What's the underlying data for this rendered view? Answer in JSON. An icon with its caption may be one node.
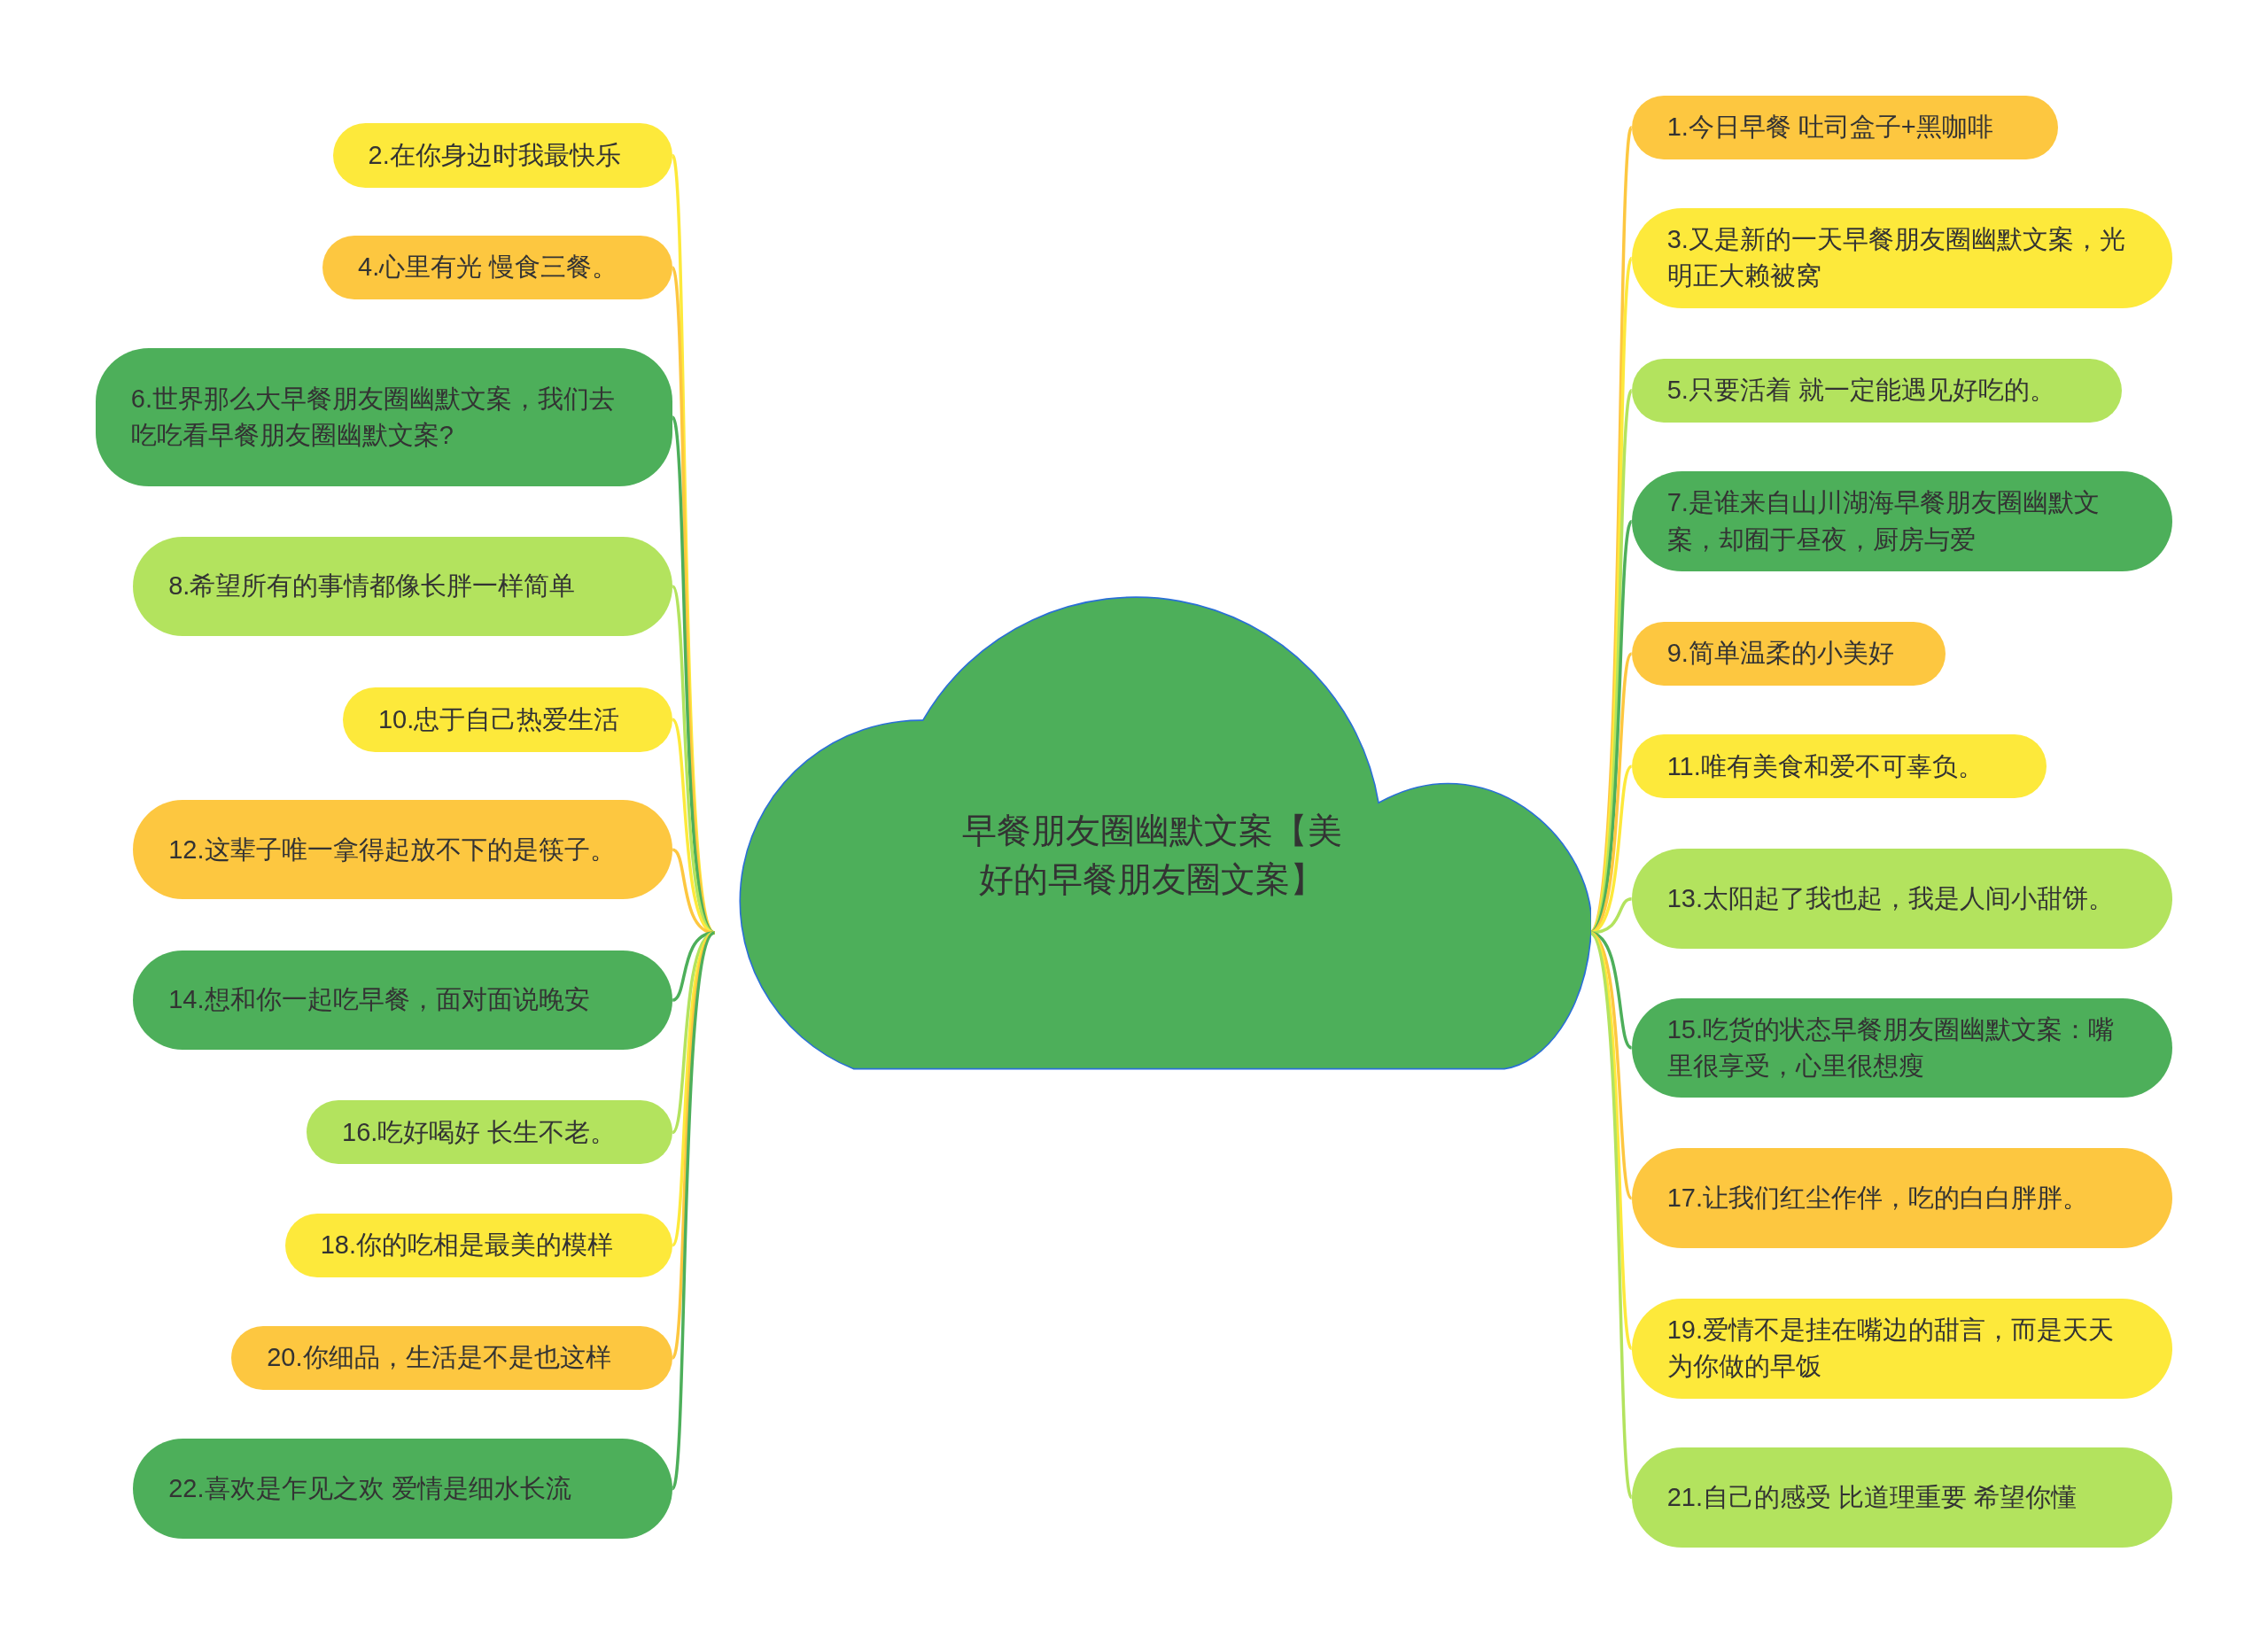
{
  "diagram": {
    "nodes": [
      {
        "text": [
          "早餐朋友圈幽默文案【美好的早餐朋友圈文案】"
        ]
      },
      {
        "text": [
          "1.今日早餐 吐司盒子+黑咖啡"
        ]
      },
      {
        "text": [
          "2.在你身边时我最快乐"
        ]
      },
      {
        "text": [
          "3.又是新的一天早餐朋友圈幽默文案，光明正大赖被窝"
        ]
      },
      {
        "text": [
          "4.心里有光 慢食三餐。"
        ]
      },
      {
        "text": [
          "5.只要活着 就一定能遇见好吃的。"
        ]
      },
      {
        "text": [
          "6.世界那么大早餐朋友圈幽默文案，我们去吃吃看早餐朋友圈幽默文案?"
        ]
      },
      {
        "text": [
          "7.是谁来自山川湖海早餐朋友圈幽默文案，却囿于昼夜，厨房与爱"
        ]
      },
      {
        "text": [
          "8.希望所有的事情都像长胖一样简单"
        ]
      },
      {
        "text": [
          "9.简单温柔的小美好"
        ]
      },
      {
        "text": [
          "10.忠于自己热爱生活"
        ]
      },
      {
        "text": [
          "11.唯有美食和爱不可辜负。"
        ]
      },
      {
        "text": [
          "12.这辈子唯一拿得起放不下的是筷子。"
        ]
      },
      {
        "text": [
          "13.太阳起了我也起，我是人间小甜饼。"
        ]
      },
      {
        "text": [
          "14.想和你一起吃早餐，面对面说晚安"
        ]
      },
      {
        "text": [
          "15.吃货的状态早餐朋友圈幽默文案：嘴里很享受，心里很想瘦"
        ]
      },
      {
        "text": [
          "16.吃好喝好 长生不老。"
        ]
      },
      {
        "text": [
          "17.让我们红尘作伴，吃的白白胖胖。"
        ]
      },
      {
        "text": [
          "18.你的吃相是最美的模样"
        ]
      },
      {
        "text": [
          "19.爱情不是挂在嘴边的甜言，而是天天为你做的早饭"
        ]
      },
      {
        "text": [
          "20.你细品，生活是不是也这样"
        ]
      },
      {
        "text": [
          "21.自己的感受 比道理重要 希望你懂"
        ]
      },
      {
        "text": [
          "22.喜欢是乍见之欢 爱情是细水长流"
        ]
      }
    ],
    "edges": [
      {
        "from": 0,
        "to": 1,
        "arrow": "none",
        "color": "#fdc740"
      },
      {
        "from": 0,
        "to": 2,
        "arrow": "none",
        "color": "#fde93b"
      },
      {
        "from": 0,
        "to": 3,
        "arrow": "none",
        "color": "#fde93b"
      },
      {
        "from": 0,
        "to": 4,
        "arrow": "none",
        "color": "#fdc740"
      },
      {
        "from": 0,
        "to": 5,
        "arrow": "none",
        "color": "#b3e35e"
      },
      {
        "from": 0,
        "to": 6,
        "arrow": "none",
        "color": "#4daf5a"
      },
      {
        "from": 0,
        "to": 7,
        "arrow": "none",
        "color": "#4daf5a"
      },
      {
        "from": 0,
        "to": 8,
        "arrow": "none",
        "color": "#b3e35e"
      },
      {
        "from": 0,
        "to": 9,
        "arrow": "none",
        "color": "#fdc740"
      },
      {
        "from": 0,
        "to": 10,
        "arrow": "none",
        "color": "#fde93b"
      },
      {
        "from": 0,
        "to": 11,
        "arrow": "none",
        "color": "#fde93b"
      },
      {
        "from": 0,
        "to": 12,
        "arrow": "none",
        "color": "#fdc740"
      },
      {
        "from": 0,
        "to": 13,
        "arrow": "none",
        "color": "#b3e35e"
      },
      {
        "from": 0,
        "to": 14,
        "arrow": "none",
        "color": "#4daf5a"
      },
      {
        "from": 0,
        "to": 15,
        "arrow": "none",
        "color": "#4daf5a"
      },
      {
        "from": 0,
        "to": 16,
        "arrow": "none",
        "color": "#b3e35e"
      },
      {
        "from": 0,
        "to": 17,
        "arrow": "none",
        "color": "#fdc740"
      },
      {
        "from": 0,
        "to": 18,
        "arrow": "none",
        "color": "#fde93b"
      },
      {
        "from": 0,
        "to": 19,
        "arrow": "none",
        "color": "#fde93b"
      },
      {
        "from": 0,
        "to": 20,
        "arrow": "none",
        "color": "#fdc740"
      },
      {
        "from": 0,
        "to": 21,
        "arrow": "none",
        "color": "#b3e35e"
      },
      {
        "from": 0,
        "to": 22,
        "arrow": "none",
        "color": "#4daf5a"
      }
    ]
  }
}
